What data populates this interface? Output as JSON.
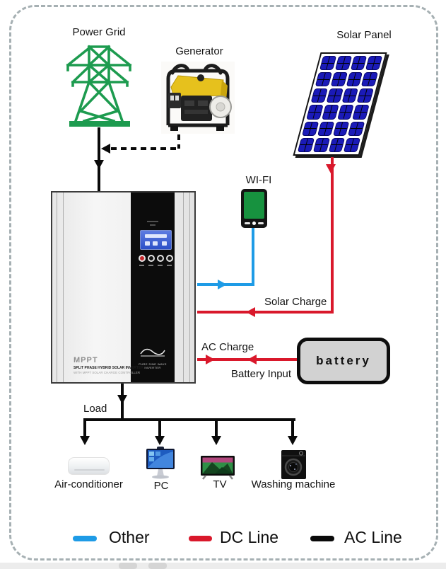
{
  "nodes": {
    "power_grid": {
      "label": "Power Grid",
      "icon": "transmission-tower-icon"
    },
    "generator": {
      "label": "Generator",
      "icon": "generator-icon"
    },
    "solar_panel": {
      "label": "Solar Panel",
      "icon": "solar-panel-icon"
    },
    "wifi": {
      "label": "WI-FI",
      "icon": "wifi-module-icon"
    },
    "battery": {
      "label": "battery"
    },
    "inverter": {
      "brand": "MPPT",
      "name": "SPLIT PHASE HYBRID SOLAR INVERTER",
      "tagline": "WITH MPPT SOLAR CHARGE CONTROLLER",
      "stripe_label": "PURE SINE WAVE INVERTER"
    },
    "load": {
      "label": "Load"
    },
    "appliances": [
      {
        "label": "Air-conditioner",
        "icon": "air-conditioner-icon"
      },
      {
        "label": "PC",
        "icon": "pc-icon"
      },
      {
        "label": "TV",
        "icon": "tv-icon"
      },
      {
        "label": "Washing machine",
        "icon": "washing-machine-icon"
      }
    ]
  },
  "connection_labels": {
    "solar_charge": "Solar Charge",
    "ac_charge": "AC Charge",
    "battery_input": "Battery Input"
  },
  "legend": {
    "items": [
      {
        "label": "Other",
        "color": "#1e9be6"
      },
      {
        "label": "DC Line",
        "color": "#d9182b"
      },
      {
        "label": "AC Line",
        "color": "#0a0a0a"
      }
    ]
  },
  "colors": {
    "other_line": "#1e9be6",
    "dc_line": "#d9182b",
    "ac_line": "#0a0a0a",
    "tower_green": "#1d9b4f",
    "solar_cell_blue": "#1a1ab8",
    "page_border_dash": "#a6b0b3"
  }
}
